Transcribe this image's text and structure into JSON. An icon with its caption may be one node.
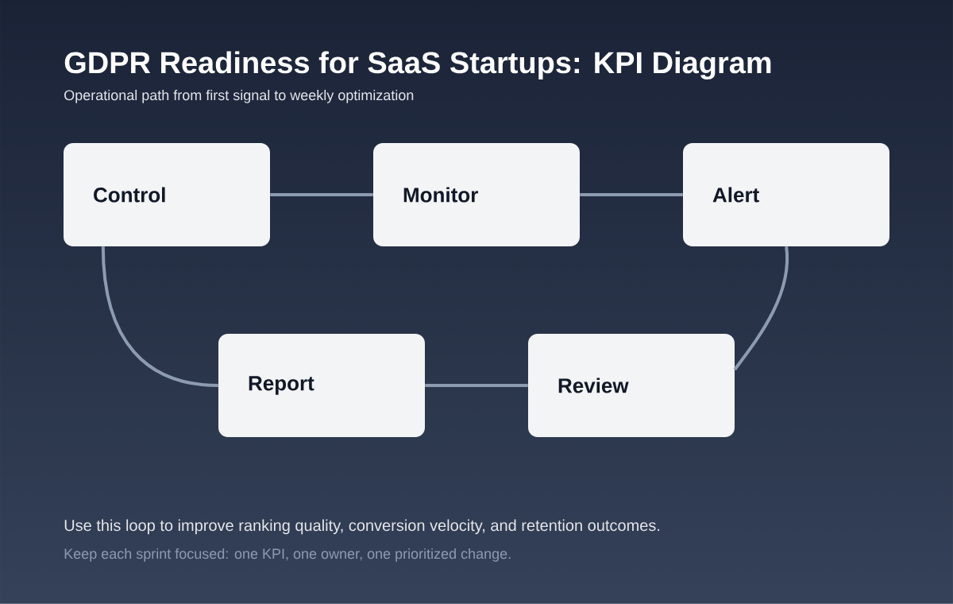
{
  "diagram": {
    "title": "GDPR Readiness for SaaS Startups: KPI Diagram",
    "nodes": [
      {
        "text": [
          "Control"
        ]
      },
      {
        "text": [
          "Monitor"
        ]
      },
      {
        "text": [
          "Alert"
        ]
      },
      {
        "text": [
          "Report"
        ]
      },
      {
        "text": [
          "Review"
        ]
      }
    ],
    "edges": [
      {
        "from": 0,
        "to": 1,
        "arrow": "none"
      },
      {
        "from": 1,
        "to": 2,
        "arrow": "none"
      },
      {
        "from": 2,
        "to": 4,
        "arrow": "none"
      },
      {
        "from": 4,
        "to": 3,
        "arrow": "none"
      },
      {
        "from": 3,
        "to": 0,
        "arrow": "none"
      }
    ],
    "labels": [
      "Operational path from first signal to weekly optimization",
      "Use this loop to improve ranking quality, conversion velocity, and retention outcomes.",
      "Keep each sprint focused: one KPI, one owner, one prioritized change."
    ]
  }
}
